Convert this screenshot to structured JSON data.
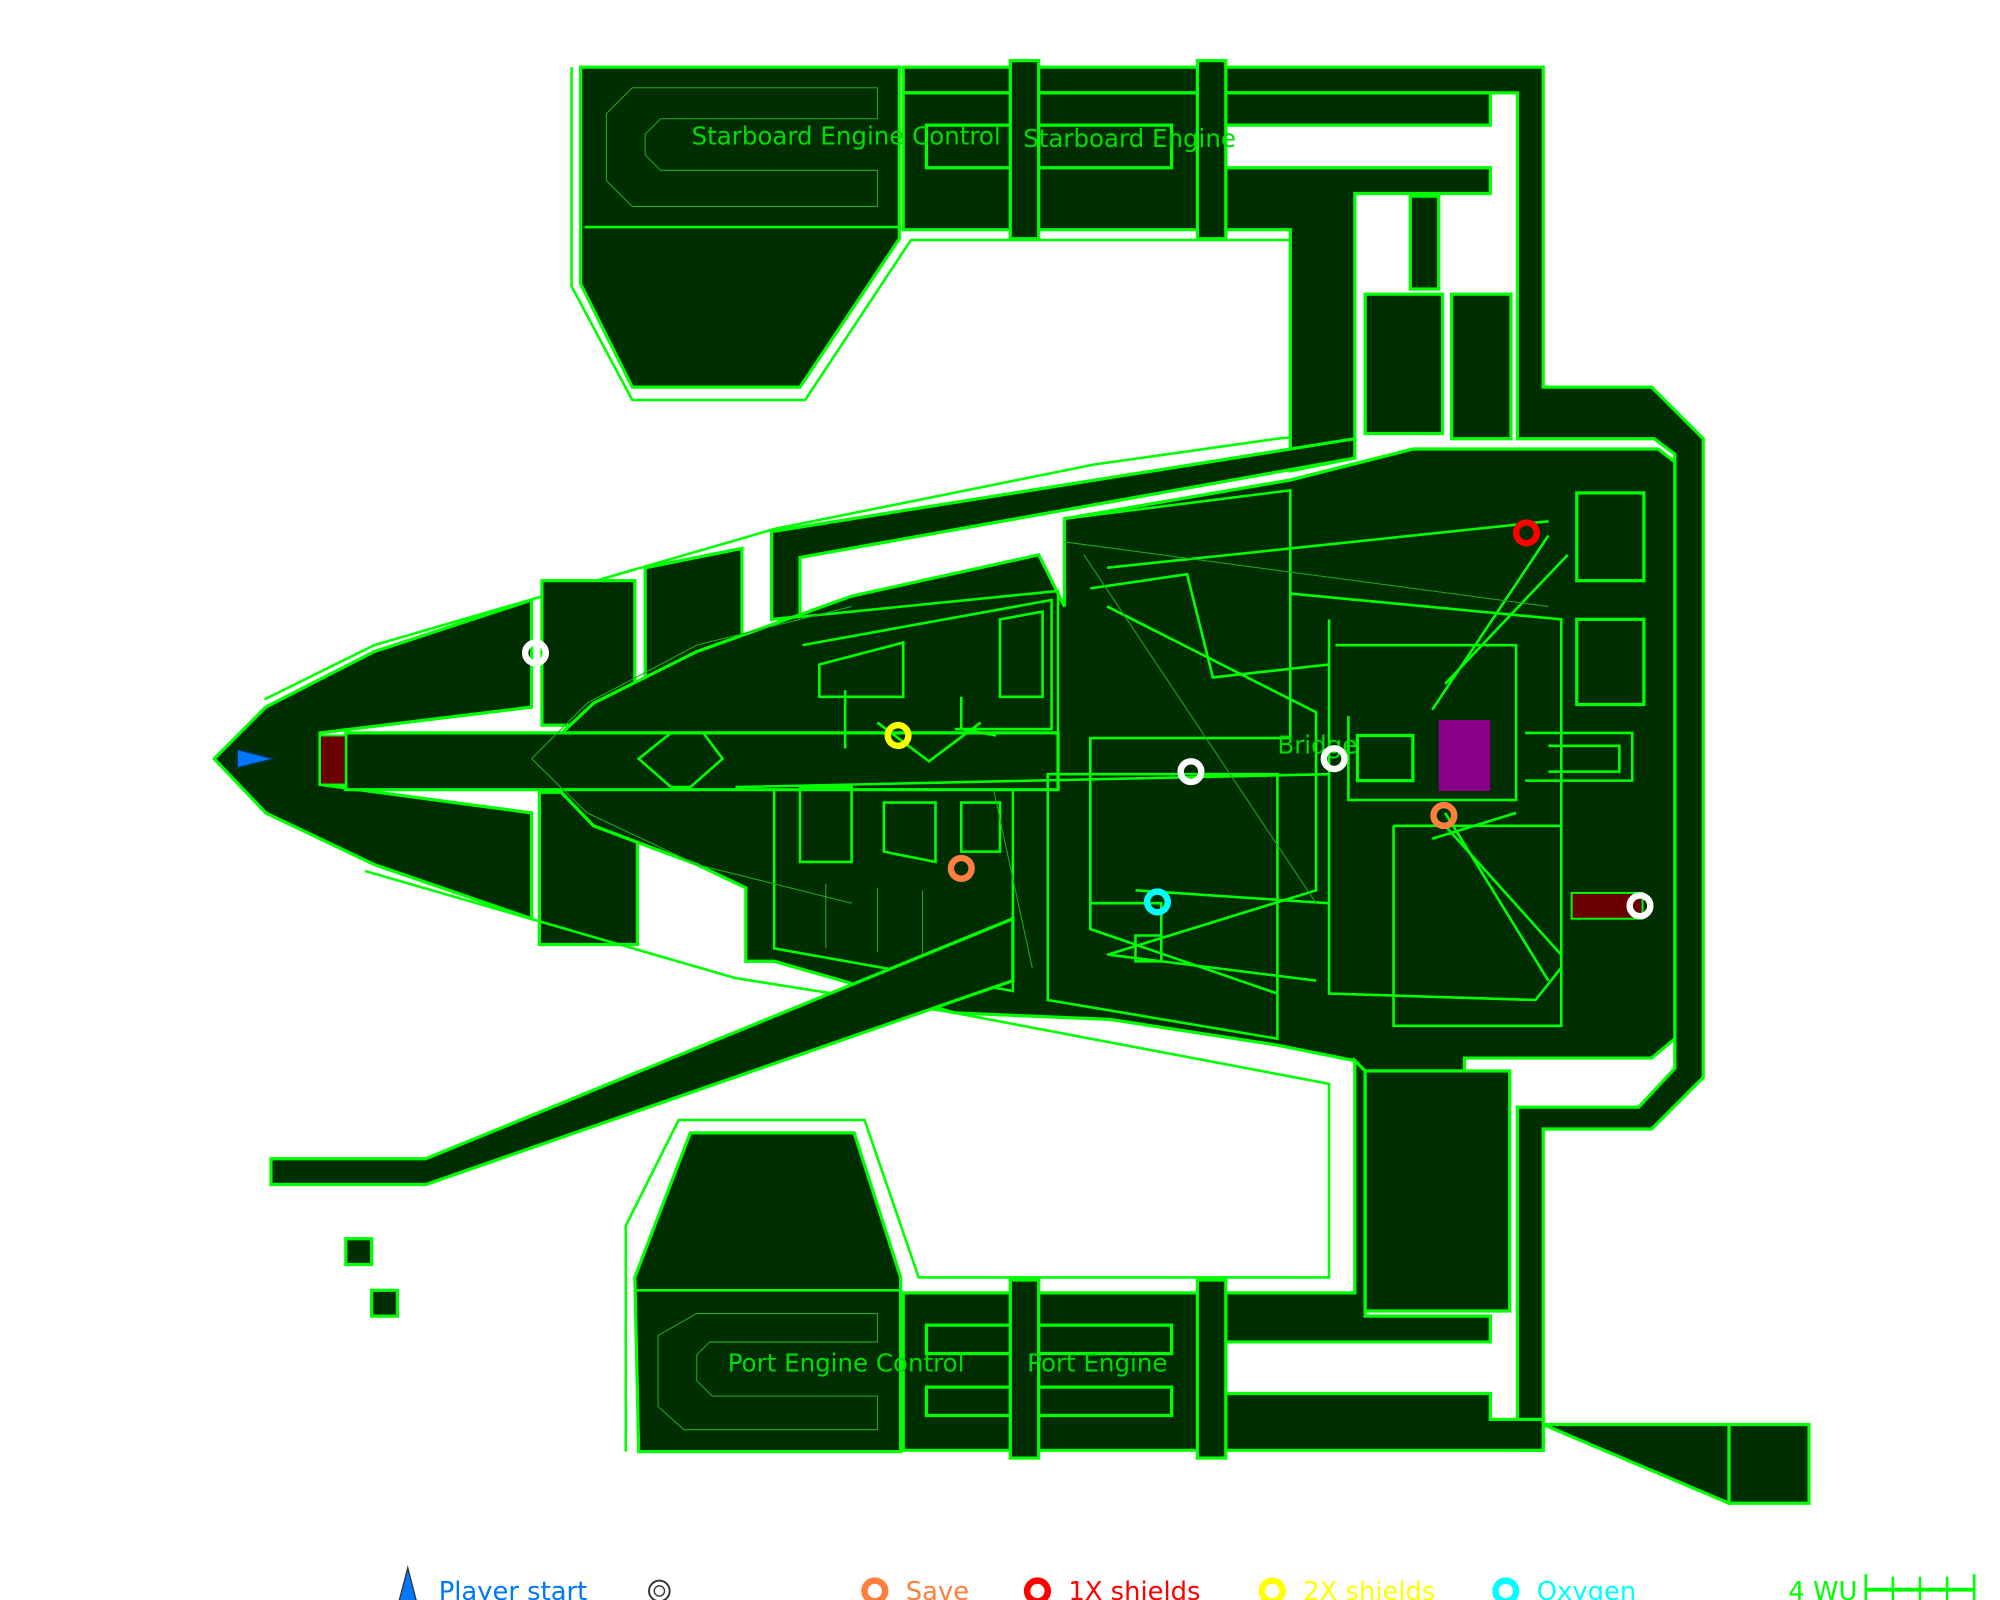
{
  "rooms": {
    "starboard_engine_control": "Starboard Engine Control",
    "starboard_engine": "Starboard Engine",
    "bridge": "Bridge",
    "port_engine_control": "Port Engine Control",
    "port_engine": "Port Engine"
  },
  "legend": {
    "player_start": "Player start",
    "save": "Save",
    "shields_1x": "1X shields",
    "shields_2x": "2X shields",
    "oxygen": "Oxygen",
    "scale": "4 WU"
  },
  "colors": {
    "hull_fill": "#002e00",
    "outline": "#00ff00",
    "player_start": "#0077ff",
    "save": "#ff7f3f",
    "shields_1x": "#ff0000",
    "shields_2x": "#ffff00",
    "oxygen": "#00ffff",
    "generic": "#ffffff",
    "door": "#6b0000",
    "special": "#880088"
  },
  "markers": [
    {
      "type": "generic"
    },
    {
      "type": "shields_2x"
    },
    {
      "type": "generic"
    },
    {
      "type": "generic"
    },
    {
      "type": "shields_1x"
    },
    {
      "type": "save"
    },
    {
      "type": "save"
    },
    {
      "type": "oxygen"
    },
    {
      "type": "generic"
    }
  ]
}
